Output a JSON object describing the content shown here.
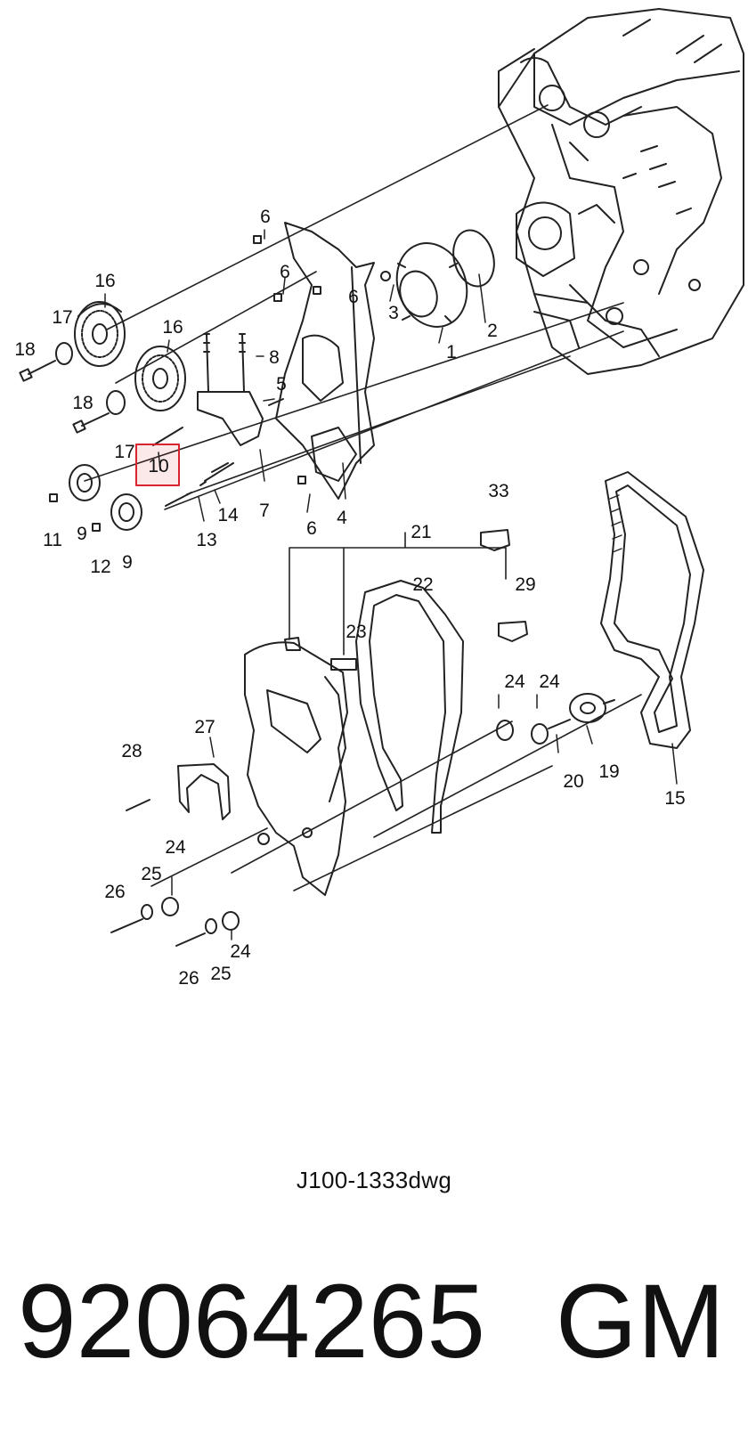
{
  "diagram": {
    "drawing_code": "J100-1333dwg",
    "highlight_color": "#d9232e",
    "callouts": {
      "c1": "1",
      "c2": "2",
      "c3": "3",
      "c4": "4",
      "c5": "5",
      "c6a": "6",
      "c6b": "6",
      "c6c": "6",
      "c6d": "6",
      "c7": "7",
      "c8": "8",
      "c9a": "9",
      "c9b": "9",
      "c10": "10",
      "c11": "11",
      "c12": "12",
      "c13": "13",
      "c14": "14",
      "c15": "15",
      "c16a": "16",
      "c16b": "16",
      "c17a": "17",
      "c17b": "17",
      "c18a": "18",
      "c18b": "18",
      "c19": "19",
      "c20": "20",
      "c21": "21",
      "c22": "22",
      "c23": "23",
      "c24a": "24",
      "c24b": "24",
      "c24c": "24",
      "c24d": "24",
      "c25a": "25",
      "c25b": "25",
      "c26a": "26",
      "c26b": "26",
      "c27": "27",
      "c28": "28",
      "c29": "29",
      "c33": "33"
    }
  },
  "footer": {
    "part_number": "92064265",
    "brand": "GM"
  }
}
